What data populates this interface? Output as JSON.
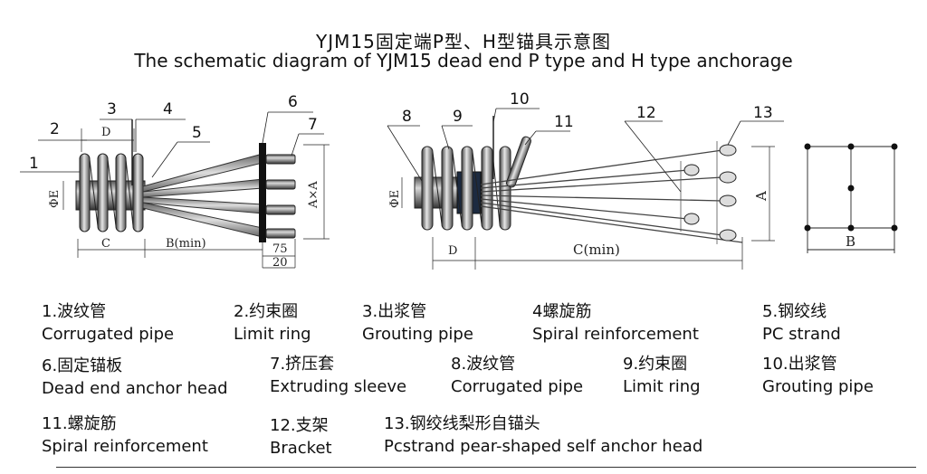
{
  "title": {
    "cn": "YJM15固定端P型、H型锚具示意图",
    "en": "The schematic diagram  of YJM15 dead end P type and H type anchorage"
  },
  "callouts": [
    "1",
    "2",
    "3",
    "4",
    "5",
    "6",
    "7",
    "8",
    "9",
    "10",
    "11",
    "12",
    "13"
  ],
  "dimensions": {
    "phi_e_left": "ΦE",
    "d_left": "D",
    "c_left": "C",
    "b_min": "B(min)",
    "axa": "A×A",
    "d75": "75",
    "d20": "20",
    "phi_e_right": "ΦE",
    "d_right": "D",
    "c_min": "C(min)",
    "a_right": "A",
    "b_right": "B"
  },
  "legend": [
    {
      "cn": "1.波纹管",
      "en": "Corrugated pipe"
    },
    {
      "cn": "2.约束圈",
      "en": "Limit ring"
    },
    {
      "cn": "3.出浆管",
      "en": "Grouting pipe"
    },
    {
      "cn": "4螺旋筋",
      "en": "Spiral reinforcement"
    },
    {
      "cn": "5.钢绞线",
      "en": "PC strand"
    },
    {
      "cn": "6.固定锚板",
      "en": "Dead end anchor head"
    },
    {
      "cn": "7.挤压套",
      "en": "Extruding sleeve"
    },
    {
      "cn": "8.波纹管",
      "en": "Corrugated pipe"
    },
    {
      "cn": "9.约束圈",
      "en": "Limit ring"
    },
    {
      "cn": "10.出浆管",
      "en": "Grouting pipe"
    },
    {
      "cn": "11.螺旋筋",
      "en": "Spiral reinforcement"
    },
    {
      "cn": "12.支架",
      "en": "Bracket"
    },
    {
      "cn": "13.钢绞线梨形自锚头",
      "en": "Pcstrand pear-shaped self anchor head"
    }
  ]
}
